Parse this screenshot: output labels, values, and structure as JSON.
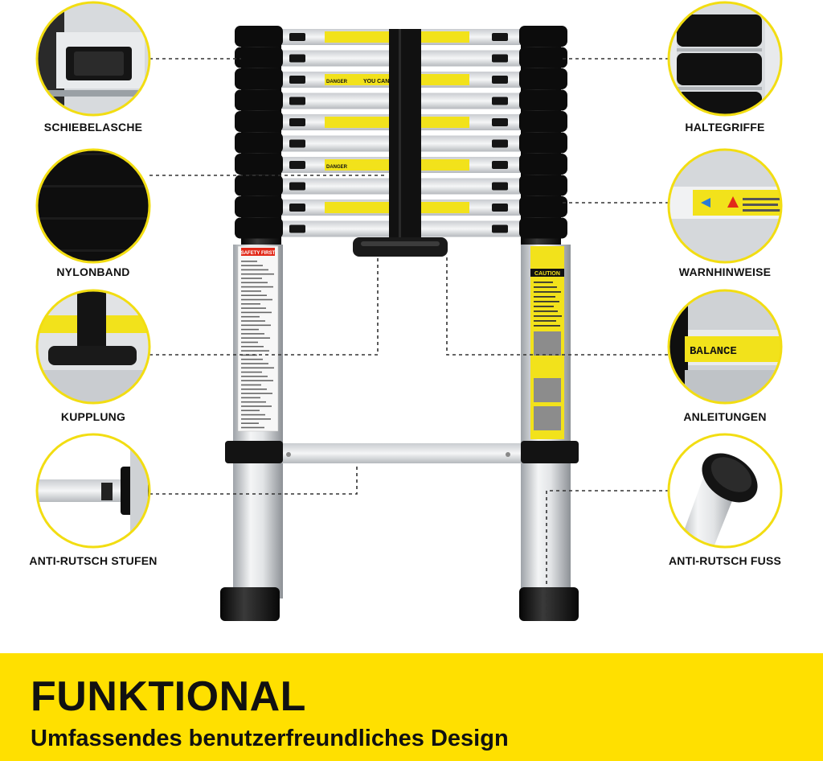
{
  "callouts": {
    "schiebelasche": "SCHIEBELASCHE",
    "haltegriffe": "HALTEGRIFFE",
    "nylonband": "NYLONBAND",
    "warnhinweise": "WARNHINWEISE",
    "kupplung": "KUPPLUNG",
    "anleitungen": "ANLEITUNGEN",
    "anti_rutsch_stufen": "ANTI-RUTSCH STUFEN",
    "anti_rutsch_fuss": "ANTI-RUTSCH FUSS"
  },
  "ladder_labels": {
    "danger": "DANGER",
    "balance": "YOU CAN BALANCE",
    "balance_short": "BALANCE",
    "caution": "CAUTION",
    "safety": "SAFETY FIRST"
  },
  "banner": {
    "title": "FUNKTIONAL",
    "subtitle": "Umfassendes benutzerfreundliches Design"
  },
  "colors": {
    "banner": "#ffe000",
    "warning_yellow": "#f5e21a",
    "ladder_black": "#161616",
    "aluminium": "#d9dcdf"
  }
}
